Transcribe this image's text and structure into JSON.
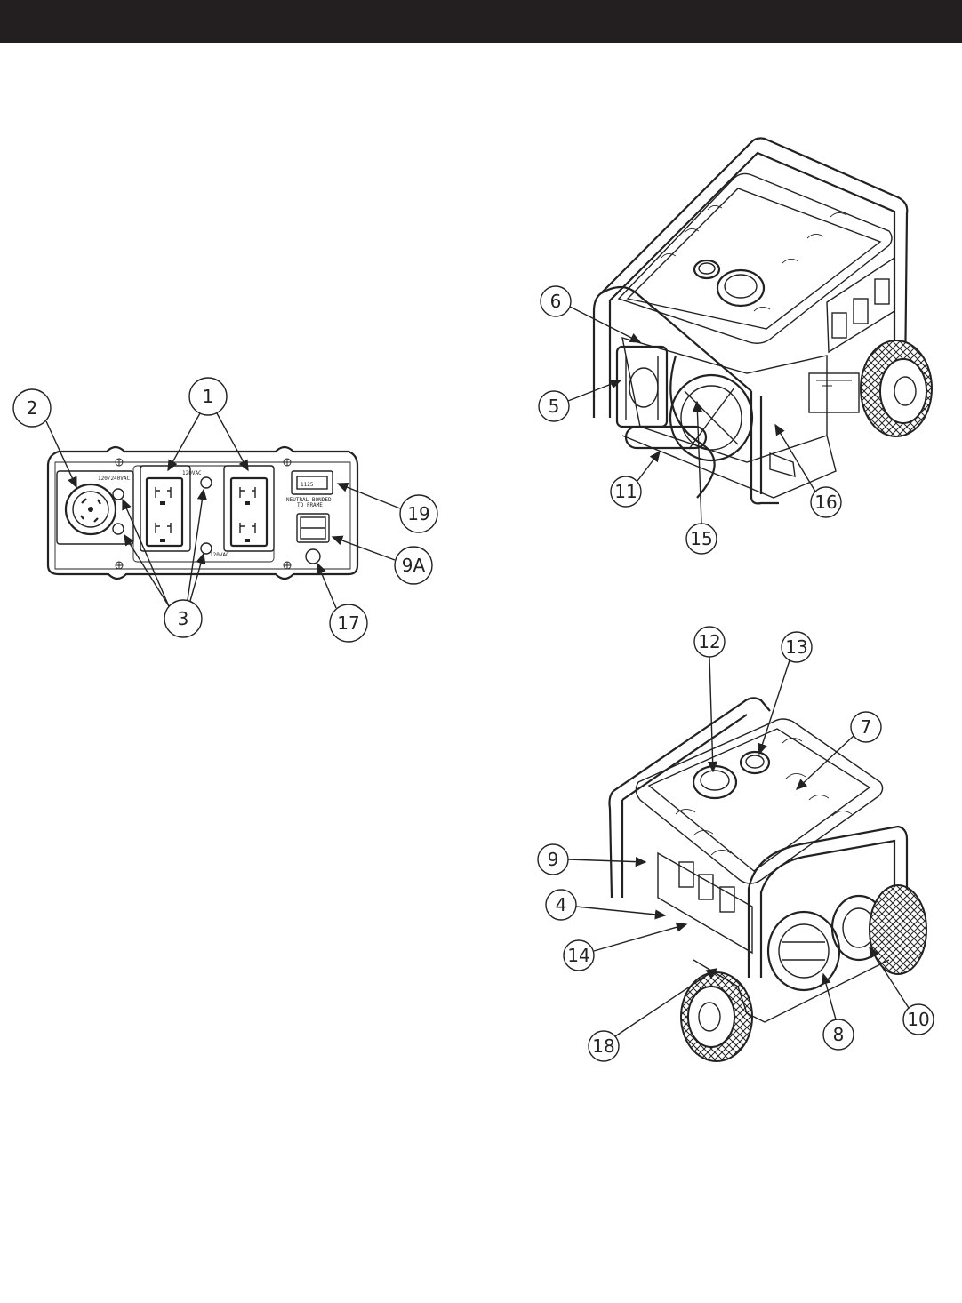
{
  "header": {
    "color": "#231f20"
  },
  "control_panel": {
    "receptacle_240_label": "120/240VAC",
    "outlet_label_top": "120VAC",
    "outlet_label_bottom": "120VAC",
    "hour_meter_value": "1125",
    "neutral_label_line1": "NEUTRAL BONDED",
    "neutral_label_line2": "TO FRAME"
  },
  "callouts": {
    "panel": [
      "1",
      "2",
      "3",
      "9A",
      "17",
      "19"
    ],
    "rear_view": [
      "6",
      "5",
      "11",
      "15",
      "16"
    ],
    "front_view": [
      "12",
      "13",
      "7",
      "9",
      "4",
      "14",
      "18",
      "8",
      "10"
    ]
  }
}
